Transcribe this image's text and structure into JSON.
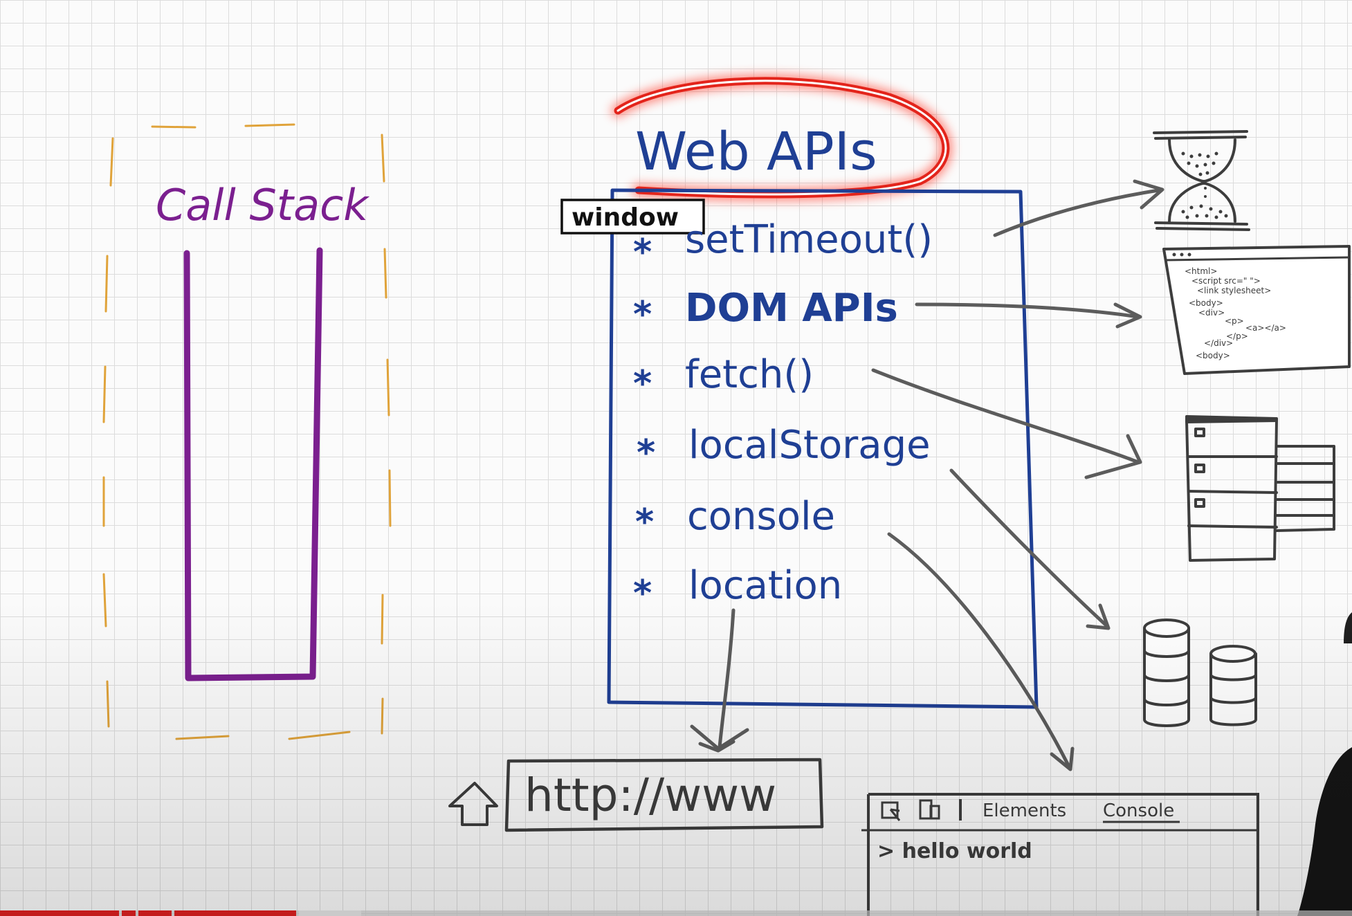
{
  "call_stack": {
    "title": "Call Stack",
    "color": "#7b1f8f",
    "border_color": "#e0a33a"
  },
  "web_apis": {
    "title": "Web APIs",
    "color": "#1f3f94",
    "highlight_color": "#e3241b",
    "window_label": "window",
    "bullet": "*",
    "items": [
      {
        "label": "setTimeout()",
        "target": "hourglass-icon"
      },
      {
        "label": "DOM APIs",
        "target": "html-document-icon"
      },
      {
        "label": "fetch()",
        "target": "server-icon"
      },
      {
        "label": "localStorage",
        "target": "database-icon"
      },
      {
        "label": "console",
        "target": "devtools-console-panel"
      },
      {
        "label": "location",
        "target": "url-bar"
      }
    ]
  },
  "url_bar": {
    "text": "http://www",
    "icon": "home-icon"
  },
  "html_document": {
    "lines": [
      "<html>",
      "<script src=\" \">",
      "<link stylesheet>",
      "<body>",
      "<div>",
      "<p>",
      "<a></a>",
      "</p>",
      "</div>",
      "<body>"
    ]
  },
  "devtools": {
    "tabs": [
      "Elements",
      "Console"
    ],
    "active_tab": "Console",
    "output": "> hello world"
  },
  "colors": {
    "arrow": "#5c5c5c",
    "ink": "#3d3d3d",
    "progress": "#e02020"
  }
}
